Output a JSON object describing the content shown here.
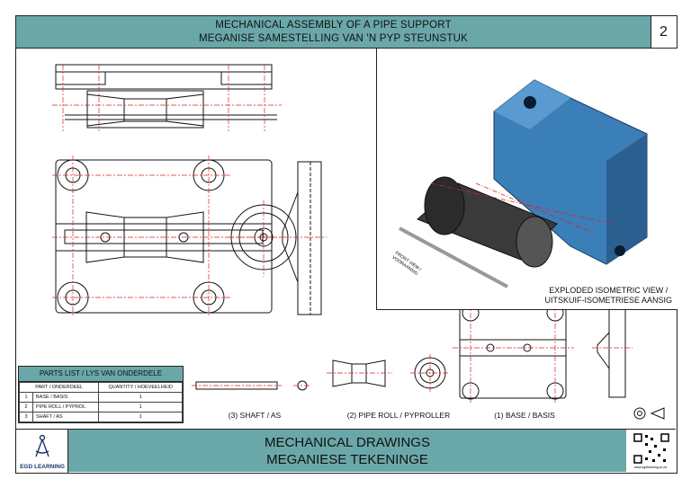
{
  "header": {
    "title_line1": "MECHANICAL ASSEMBLY OF A PIPE SUPPORT",
    "title_line2": "MEGANISE SAMESTELLING VAN 'N PYP STEUNSTUK",
    "page_number": "2"
  },
  "isometric": {
    "caption_line1": "EXPLODED ISOMETRIC VIEW /",
    "caption_line2": "UITSKUIF-ISOMETRIESE AANSIG",
    "front_view_line1": "FRONT VIEW /",
    "front_view_line2": "VOORAANSIG"
  },
  "parts_list": {
    "title": "PARTS LIST / LYS VAN ONDERDELE",
    "col_part": "PART / ONDERDEEL",
    "col_qty": "QUANTITY / HOEVEELHEID",
    "rows": [
      {
        "num": "1",
        "part": "BASE / BASIS",
        "qty": "1"
      },
      {
        "num": "2",
        "part": "PIPE ROLL / PYPROL",
        "qty": "1"
      },
      {
        "num": "3",
        "part": "SHAFT / AS",
        "qty": "1"
      }
    ]
  },
  "labels": {
    "shaft": "(3) SHAFT / AS",
    "pipe_roll": "(2) PIPE ROLL / PYPROLLER",
    "base": "(1) BASE / BASIS"
  },
  "footer": {
    "title_line1": "MECHANICAL DRAWINGS",
    "title_line2": "MEGANIESE TEKENINGE",
    "logo_text": "EGD LEARNING",
    "url": "www.egdlearning.co.za"
  },
  "colors": {
    "teal": "#6aa7a8",
    "blue_part": "#3b7fb8",
    "centerline": "#e02020"
  }
}
